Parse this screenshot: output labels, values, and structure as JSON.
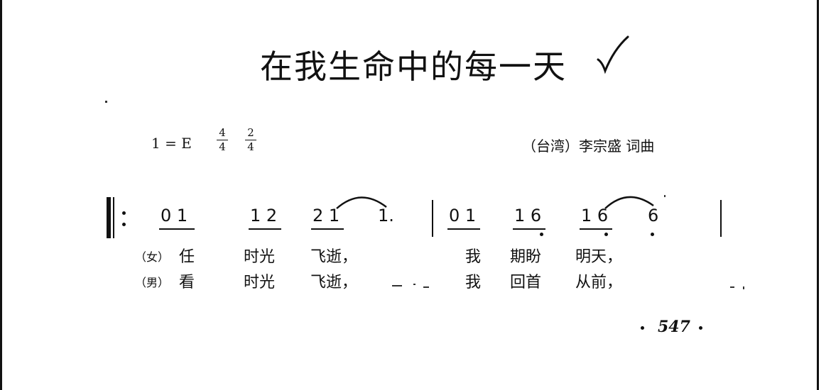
{
  "title": "在我生命中的每一天",
  "key": {
    "text": "1 = E",
    "time1": {
      "num": "4",
      "den": "4"
    },
    "time2": {
      "num": "2",
      "den": "4"
    }
  },
  "credit": "（台湾）李宗盛 词曲",
  "notes": [
    "0 1",
    "1 2",
    "2 1",
    "1.",
    "0 1",
    "1 6",
    "1 6",
    "6"
  ],
  "female_lyrics": {
    "role": "（女）",
    "words": [
      "任",
      "时光",
      "飞逝，",
      "我",
      "期盼",
      "明天，"
    ]
  },
  "male_lyrics": {
    "role": "（男）",
    "words": [
      "看",
      "时光",
      "飞逝，",
      "我",
      "回首",
      "从前，"
    ]
  },
  "page_number": "547"
}
